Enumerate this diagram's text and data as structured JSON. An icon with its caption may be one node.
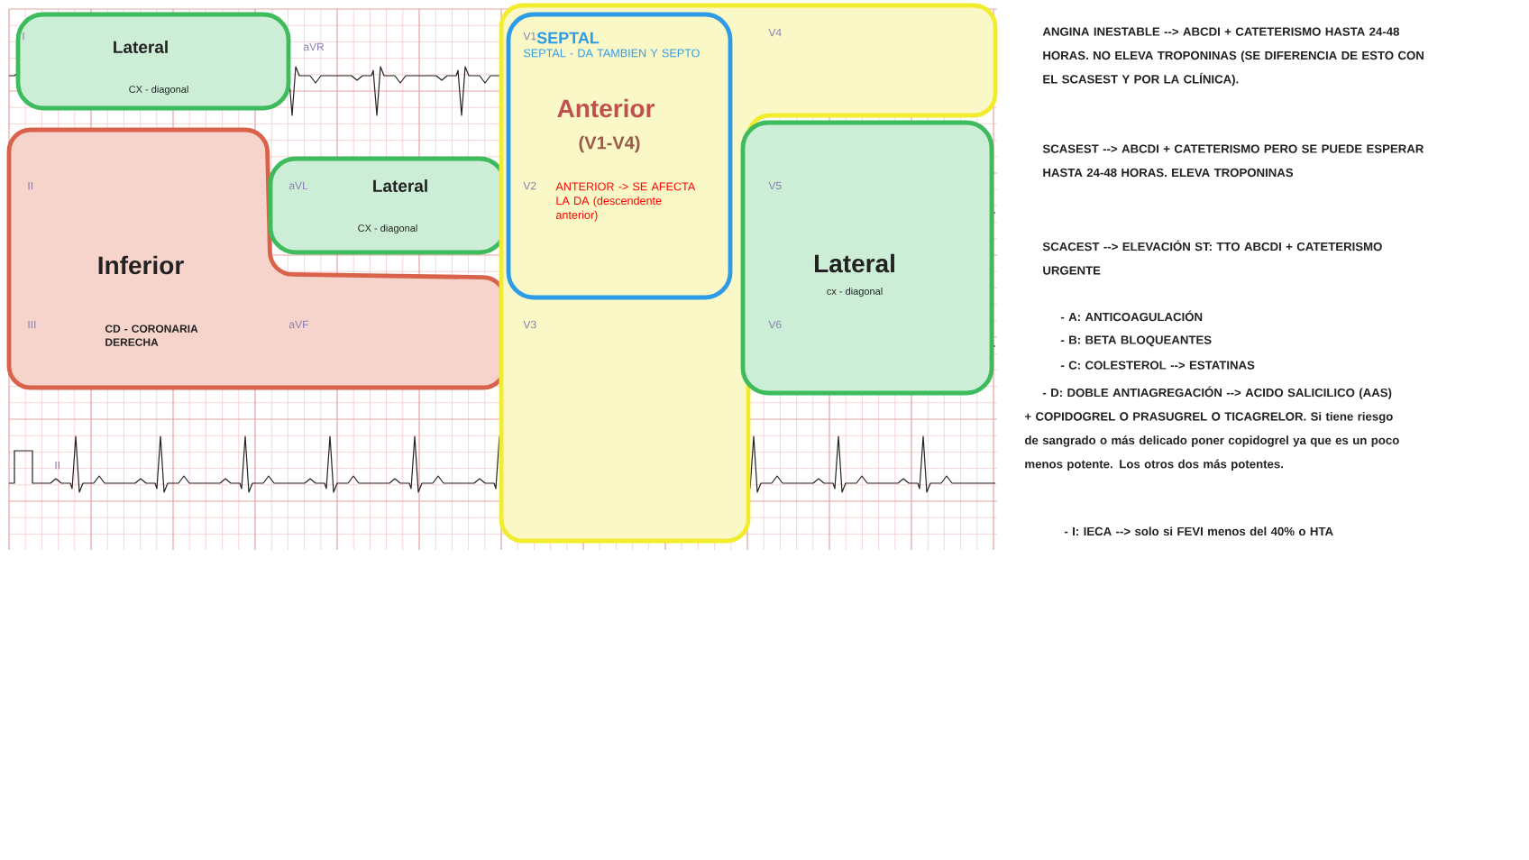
{
  "diagram": {
    "nodes": [
      {
        "text": [
          "Lateral",
          "CX - diagonal"
        ]
      },
      {
        "text": [
          "Inferior",
          "CD - CORONARIA DERECHA"
        ]
      },
      {
        "text": [
          "Lateral",
          "CX - diagonal"
        ]
      },
      {
        "text": [],
        "shape": "box"
      },
      {
        "text": [
          "SEPTAL",
          "SEPTAL - DA TAMBIEN Y SEPTO",
          "Anterior",
          "(V1-V4)",
          "ANTERIOR -> SE AFECTA LA DA (descendente anterior)"
        ],
        "in": 3
      },
      {
        "text": [
          "Lateral",
          "cx - diagonal"
        ]
      }
    ],
    "labels": [
      "I",
      "aVR",
      "V1",
      "V4",
      "II",
      "aVL",
      "V2",
      "V5",
      "III",
      "aVF",
      "V3",
      "V6",
      "II",
      "ANGINA INESTABLE --> ABCDI + CATETERISMO HASTA 24-48 HORAS. NO ELEVA TROPONINAS (SE DIFERENCIA DE ESTO CON EL SCASEST Y POR LA CLÍNICA).",
      "SCASEST --> ABCDI + CATETERISMO PERO SE PUEDE ESPERAR HASTA 24-48 HORAS. ELEVA TROPONINAS",
      "SCACEST --> ELEVACIÓN ST: TTO ABCDI + CATETERISMO URGENTE",
      "- A: ANTICOAGULACIÓN",
      "- B: BETA BLOQUEANTES",
      "- C: COLESTEROL --> ESTATINAS",
      "- D: DOBLE ANTIAGREGACIÓN --> ACIDO SALICILICO (AAS) + COPIDOGREL O PRASUGREL O TICAGRELOR. Si tiene riesgo de sangrado o más delicado poner copidogrel ya que es un poco menos potente. Los otros dos más potentes.",
      "- I: IECA --> solo si FEVI menos del 40% o HTA"
    ]
  }
}
